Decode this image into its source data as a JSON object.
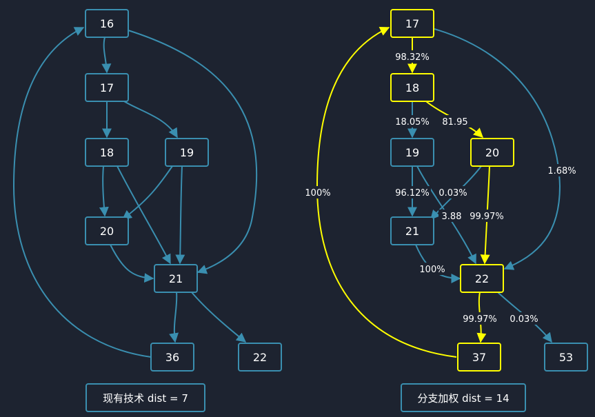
{
  "colors": {
    "background": "#1d2330",
    "blue": "#3a8fb0",
    "yellow": "#ffff00",
    "text": "#ffffff"
  },
  "left_graph": {
    "caption": "现有技术 dist = 7",
    "nodes": [
      {
        "id": "L16",
        "label": "16",
        "highlight": false
      },
      {
        "id": "L17",
        "label": "17",
        "highlight": false
      },
      {
        "id": "L18",
        "label": "18",
        "highlight": false
      },
      {
        "id": "L19",
        "label": "19",
        "highlight": false
      },
      {
        "id": "L20",
        "label": "20",
        "highlight": false
      },
      {
        "id": "L21",
        "label": "21",
        "highlight": false
      },
      {
        "id": "L36",
        "label": "36",
        "highlight": false
      },
      {
        "id": "L22",
        "label": "22",
        "highlight": false
      }
    ],
    "edges": [
      {
        "from": "L16",
        "to": "L17",
        "label": "",
        "highlight": false
      },
      {
        "from": "L17",
        "to": "L18",
        "label": "",
        "highlight": false
      },
      {
        "from": "L17",
        "to": "L19",
        "label": "",
        "highlight": false
      },
      {
        "from": "L18",
        "to": "L20",
        "label": "",
        "highlight": false
      },
      {
        "from": "L18",
        "to": "L21",
        "label": "",
        "highlight": false
      },
      {
        "from": "L19",
        "to": "L20",
        "label": "",
        "highlight": false
      },
      {
        "from": "L19",
        "to": "L21",
        "label": "",
        "highlight": false
      },
      {
        "from": "L20",
        "to": "L21",
        "label": "",
        "highlight": false
      },
      {
        "from": "L16",
        "to": "L21",
        "label": "",
        "highlight": false
      },
      {
        "from": "L21",
        "to": "L36",
        "label": "",
        "highlight": false
      },
      {
        "from": "L21",
        "to": "L22",
        "label": "",
        "highlight": false
      },
      {
        "from": "L36",
        "to": "L16",
        "label": "",
        "highlight": false
      }
    ]
  },
  "right_graph": {
    "caption": "分支加权 dist = 14",
    "nodes": [
      {
        "id": "R17",
        "label": "17",
        "highlight": true
      },
      {
        "id": "R18",
        "label": "18",
        "highlight": true
      },
      {
        "id": "R19",
        "label": "19",
        "highlight": false
      },
      {
        "id": "R20",
        "label": "20",
        "highlight": true
      },
      {
        "id": "R21",
        "label": "21",
        "highlight": false
      },
      {
        "id": "R22",
        "label": "22",
        "highlight": true
      },
      {
        "id": "R37",
        "label": "37",
        "highlight": true
      },
      {
        "id": "R53",
        "label": "53",
        "highlight": false
      }
    ],
    "edges": [
      {
        "from": "R17",
        "to": "R18",
        "label": "98.32%",
        "highlight": true
      },
      {
        "from": "R17",
        "to": "R22",
        "label": "1.68%",
        "highlight": false
      },
      {
        "from": "R18",
        "to": "R19",
        "label": "18.05%",
        "highlight": false
      },
      {
        "from": "R18",
        "to": "R20",
        "label": "81.95",
        "highlight": true
      },
      {
        "from": "R19",
        "to": "R21",
        "label": "96.12%",
        "highlight": false
      },
      {
        "from": "R19",
        "to": "R22",
        "label": "3.88",
        "highlight": false
      },
      {
        "from": "R20",
        "to": "R21",
        "label": "0.03%",
        "highlight": false
      },
      {
        "from": "R20",
        "to": "R22",
        "label": "99.97%",
        "highlight": true
      },
      {
        "from": "R21",
        "to": "R22",
        "label": "100%",
        "highlight": false
      },
      {
        "from": "R22",
        "to": "R37",
        "label": "99.97%",
        "highlight": true
      },
      {
        "from": "R22",
        "to": "R53",
        "label": "0.03%",
        "highlight": false
      },
      {
        "from": "R37",
        "to": "R17",
        "label": "100%",
        "highlight": true
      }
    ]
  }
}
